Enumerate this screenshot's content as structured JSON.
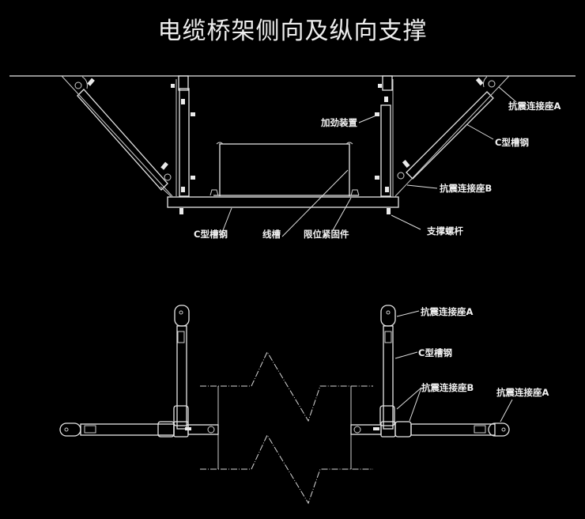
{
  "title": "电缆桥架侧向及纵向支撑",
  "colors": {
    "background": "#000000",
    "line": "#e6e6e6",
    "text": "#f2f2f2"
  },
  "side_view": {
    "labels": {
      "seat_a": "抗震连接座A",
      "c_channel_right": "C型槽钢",
      "stiffener": "加劲装置",
      "seat_b": "抗震连接座B",
      "c_channel_bottom": "C型槽钢",
      "trunking": "线槽",
      "limit_fastener": "限位紧固件",
      "support_rod": "支撑螺杆"
    }
  },
  "plan_view": {
    "labels": {
      "seat_a_top": "抗震连接座A",
      "c_channel": "C型槽钢",
      "seat_b": "抗震连接座B",
      "seat_a_right": "抗震连接座A"
    }
  }
}
